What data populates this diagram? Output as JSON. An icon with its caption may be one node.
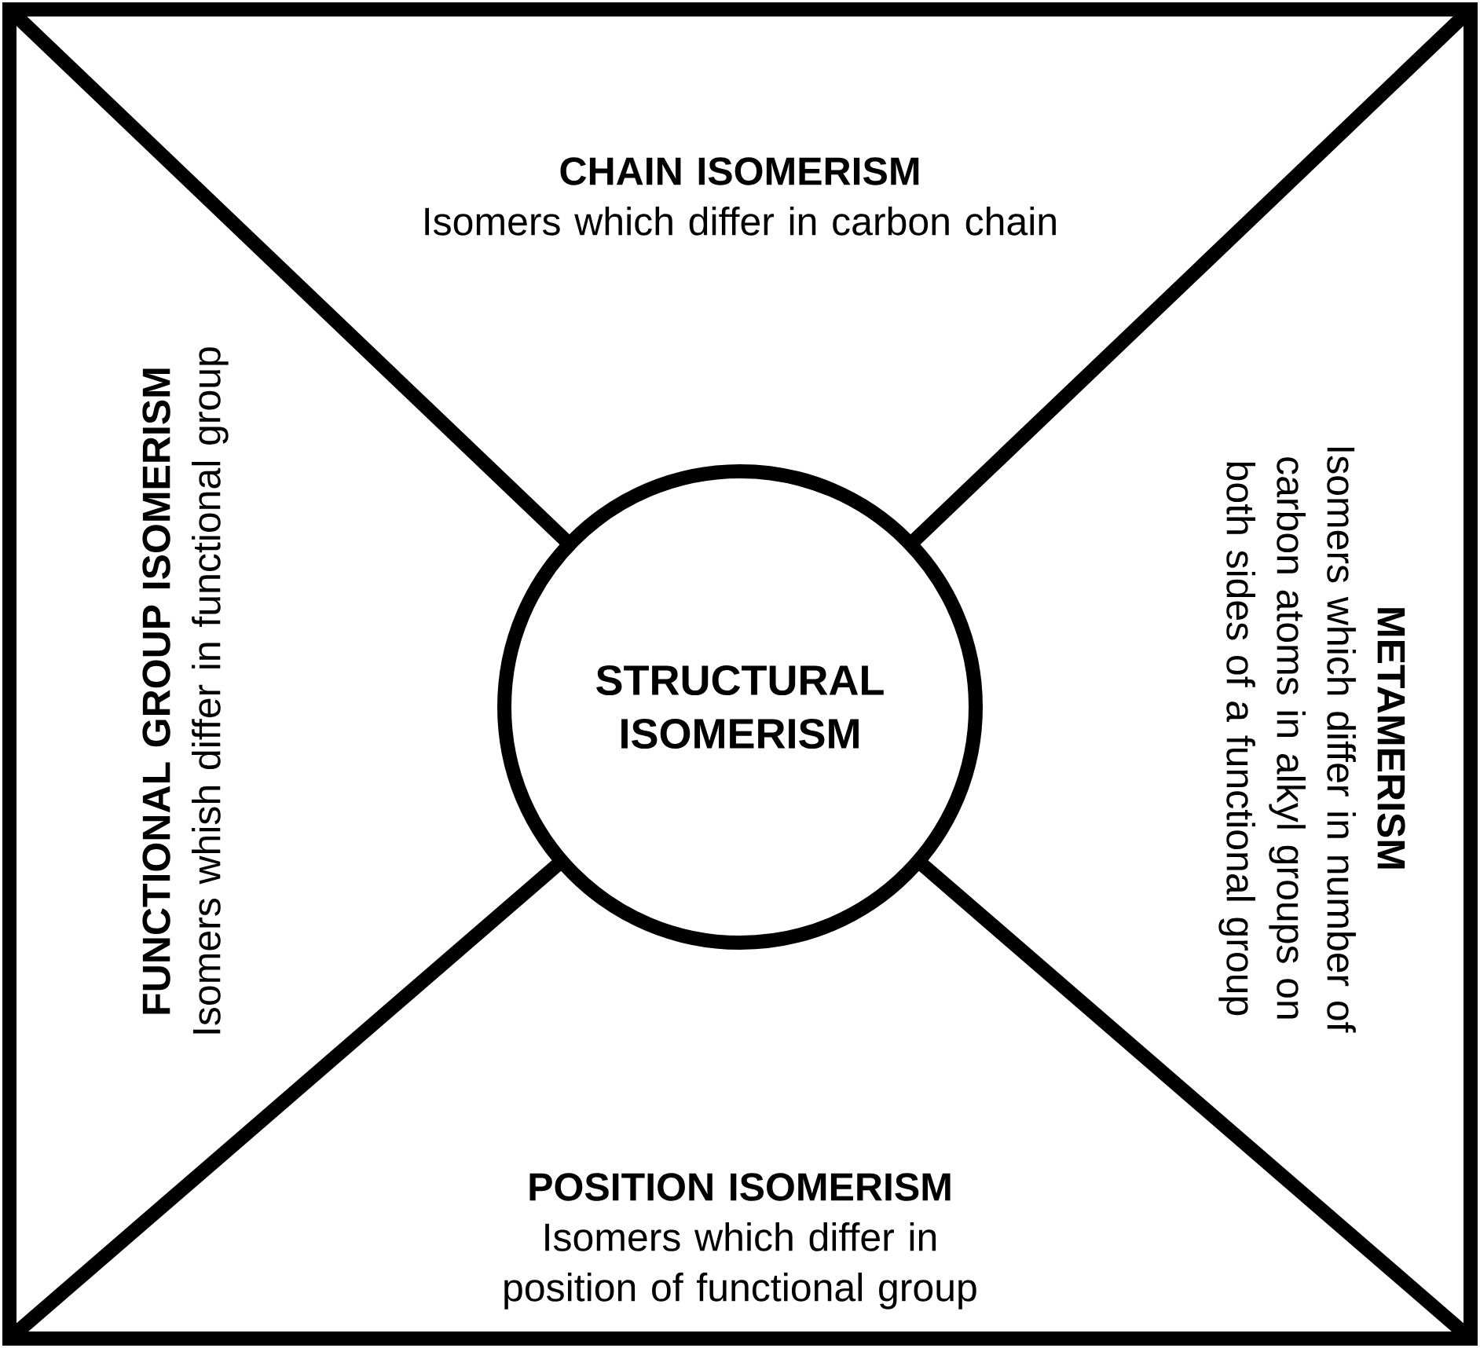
{
  "diagram": {
    "nodes": [
      {
        "text": [
          "CHAIN ISOMERISM",
          "Isomers which differ in carbon chain"
        ]
      },
      {
        "text": [
          "FUNCTIONAL GROUP ISOMERISM",
          "Isomers whish differ in functional group"
        ]
      },
      {
        "text": [
          "STRUCTURAL ISOMERISM"
        ]
      },
      {
        "text": [
          "METAMERISM",
          "Isomers which differ in number of carbon atoms in alkyl groups on both sides of a functional group"
        ]
      },
      {
        "text": [
          "POSITION ISOMERISM",
          "Isomers which differ in position of functional group"
        ]
      }
    ]
  }
}
